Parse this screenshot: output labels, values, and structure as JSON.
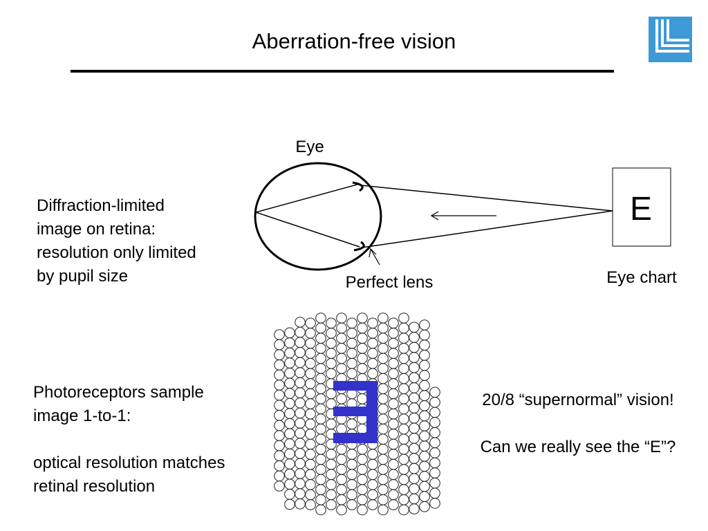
{
  "slide": {
    "title": "Aberration-free vision",
    "logo_icon": "llnl-logo-icon",
    "logo_color": "#3d9ad6"
  },
  "diagram": {
    "eye_label": "Eye",
    "lens_label": "Perfect lens",
    "chart_label": "Eye chart",
    "chart_letter": "E",
    "arrow_icon": "left-arrow-icon"
  },
  "left_top": {
    "lines": [
      "Diffraction-limited",
      "image on retina:",
      "resolution only limited",
      "by pupil size"
    ]
  },
  "left_bottom": {
    "lines_a": [
      "Photoreceptors sample",
      "image 1-to-1:"
    ],
    "lines_b": [
      "optical resolution matches",
      "retinal resolution"
    ]
  },
  "right_bottom": {
    "line1": "20/8 “supernormal” vision!",
    "line2": "Can we really see the “E”?"
  },
  "mosaic": {
    "cell_color": "#ffffff",
    "highlight_color": "#3333cc"
  }
}
